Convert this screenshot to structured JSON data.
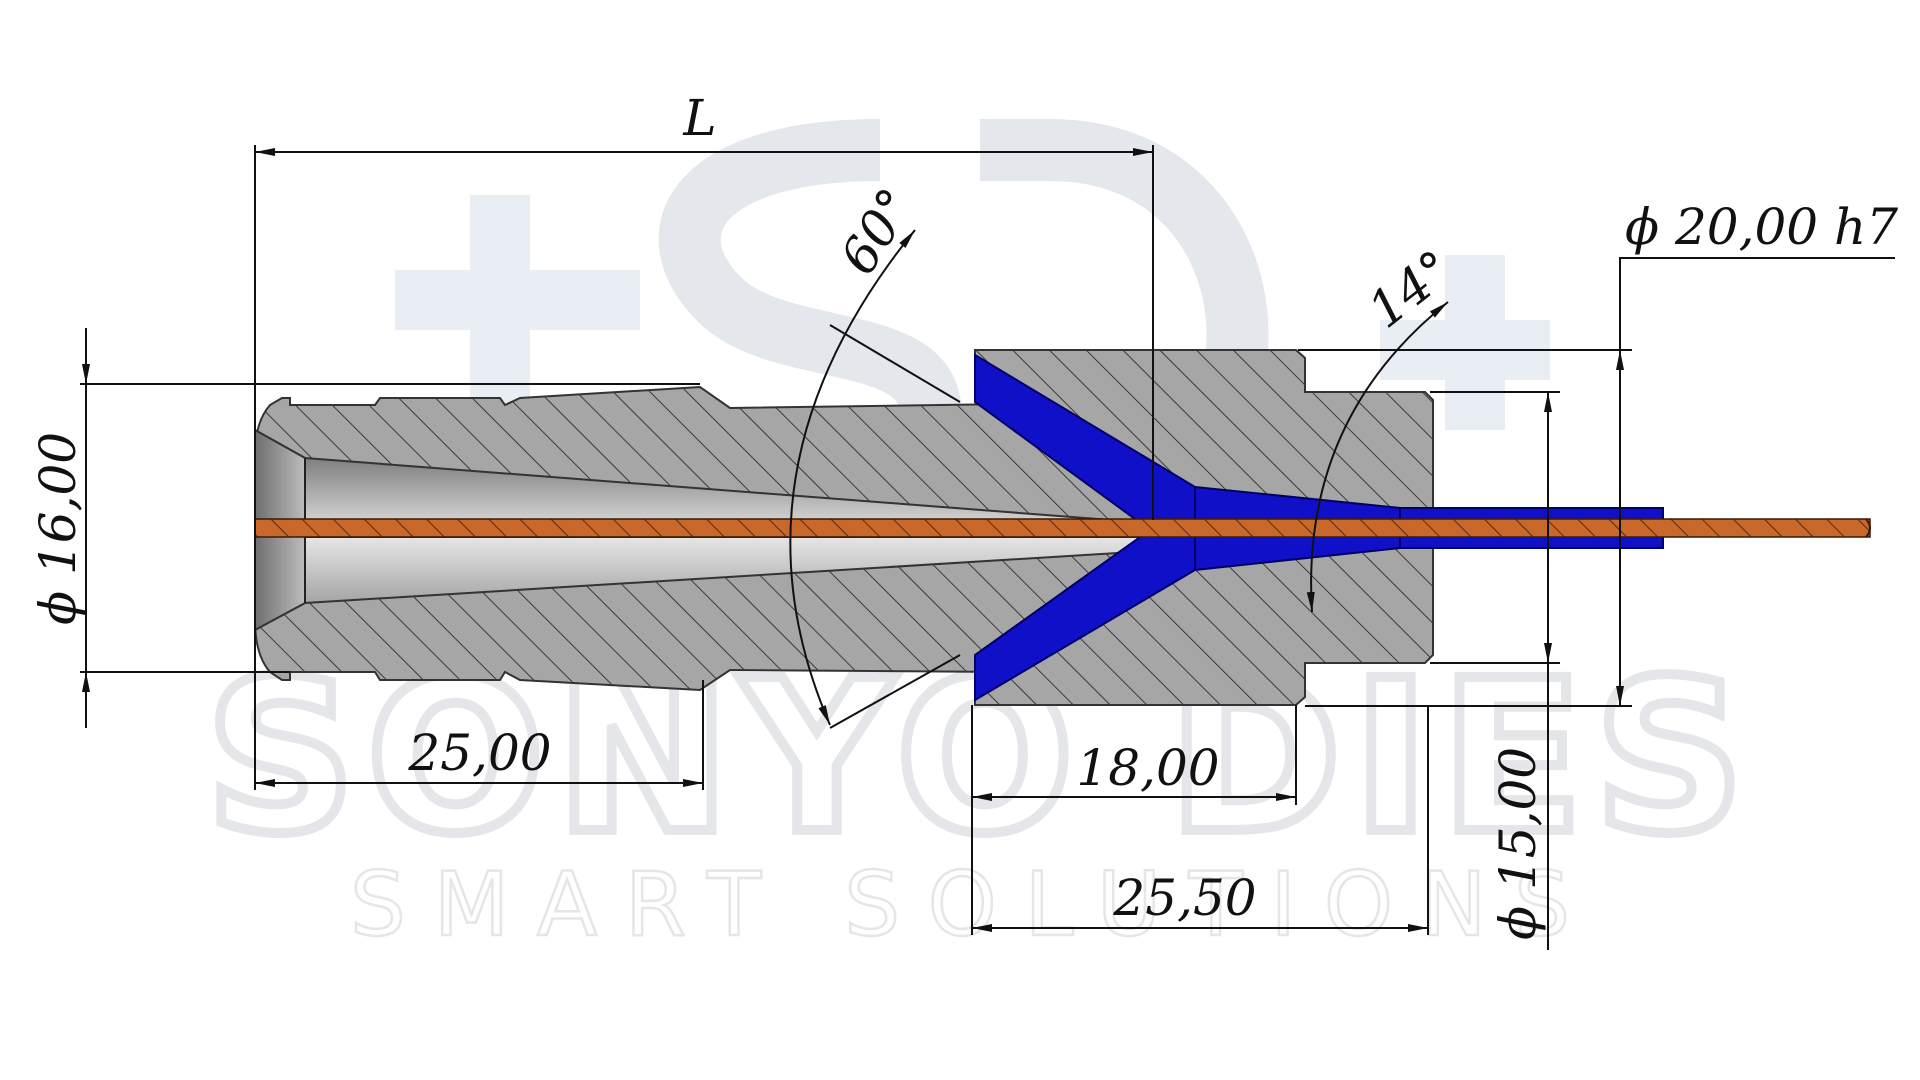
{
  "watermark": {
    "brand": "SONYO DIES",
    "tagline": "SMART SOLUTIONS"
  },
  "dimensions": {
    "overall_length": "L",
    "cone_angle": "60°",
    "land_angle": "14°",
    "outer_diameter": "ϕ 20,00 h7",
    "tip_diameter": "ϕ 16,00",
    "tip_length": "25,00",
    "die_inner_length": "18,00",
    "die_length": "25,50",
    "die_body_diameter": "ϕ 15,00"
  },
  "colors": {
    "metal": "#a6a6a6",
    "polymer": "#1010c8",
    "wire": "#c8682a",
    "hatch": "#3a3a3a"
  }
}
